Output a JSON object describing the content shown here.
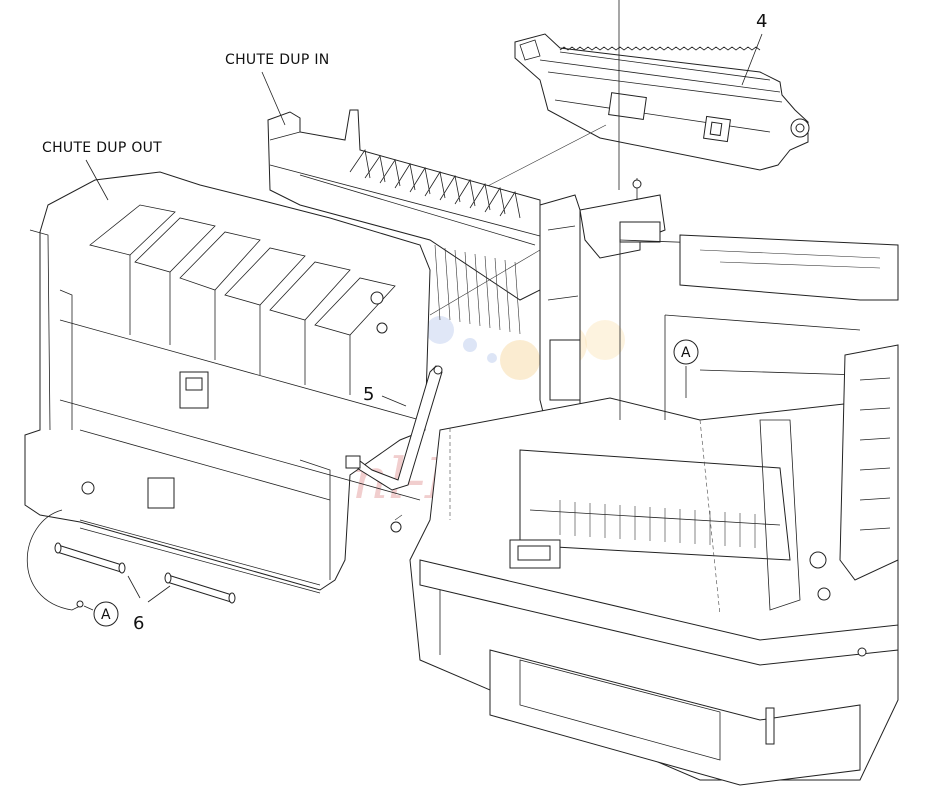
{
  "labels": {
    "chute_dup_in": "CHUTE DUP IN",
    "chute_dup_out": "CHUTE DUP OUT"
  },
  "callouts": {
    "part_4": "4",
    "part_5": "5",
    "part_6": "6",
    "ref_a_left": "A",
    "ref_a_right": "A"
  },
  "watermark": {
    "text": "Inl-Market",
    "circle_colors": [
      "#9fb6e6",
      "#c6d3f0",
      "#f6d59a",
      "#fbe4b8"
    ]
  },
  "colors": {
    "line": "#222222",
    "background": "#ffffff",
    "watermark_text": "#e7a7a7"
  }
}
